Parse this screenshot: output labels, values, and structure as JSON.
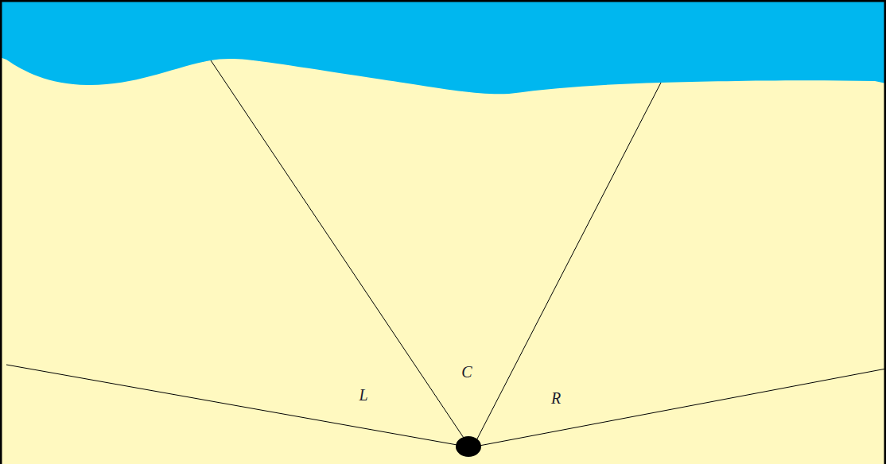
{
  "diagram": {
    "labels": [
      "L",
      "C",
      "R"
    ]
  }
}
